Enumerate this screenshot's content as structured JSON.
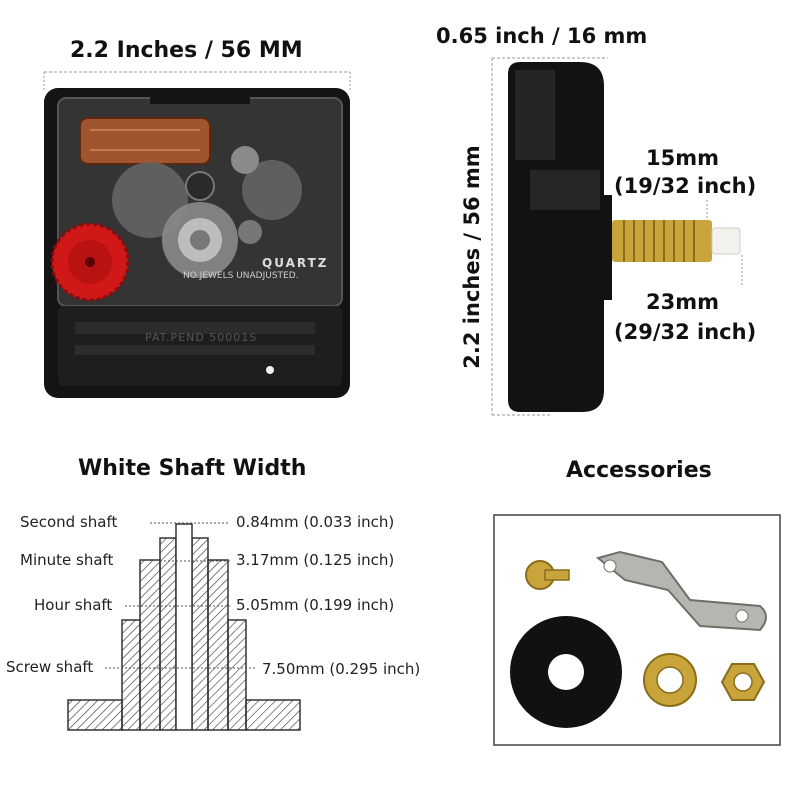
{
  "front_view": {
    "width_label": "2.2 Inches / 56 MM",
    "movement_text": "QUARTZ",
    "jewels_text": "NO JEWELS UNADJUSTED.",
    "patent_text": "PAT.PEND 50001S"
  },
  "side_view": {
    "depth_label": "0.65 inch / 16 mm",
    "height_label": "2.2 inches / 56 mm",
    "shaft_short_mm": "15mm",
    "shaft_short_inch": "(19/32 inch)",
    "shaft_long_mm": "23mm",
    "shaft_long_inch": "(29/32 inch)"
  },
  "shaft_diagram": {
    "title": "White Shaft Width",
    "rows": [
      {
        "name": "Second shaft",
        "value": "0.84mm (0.033 inch)"
      },
      {
        "name": "Minute shaft",
        "value": "3.17mm (0.125 inch)"
      },
      {
        "name": "Hour shaft",
        "value": "5.05mm (0.199 inch)"
      },
      {
        "name": "Screw shaft",
        "value": "7.50mm (0.295 inch)"
      }
    ]
  },
  "accessories": {
    "title": "Accessories",
    "items": [
      "hook-pin",
      "hanger-bracket",
      "rubber-washer",
      "brass-washer",
      "hex-nut"
    ]
  },
  "colors": {
    "movement_body": "#141414",
    "red_knob": "#d01818",
    "brass": "#c9a43a",
    "dim_line": "#9a9a9a"
  }
}
